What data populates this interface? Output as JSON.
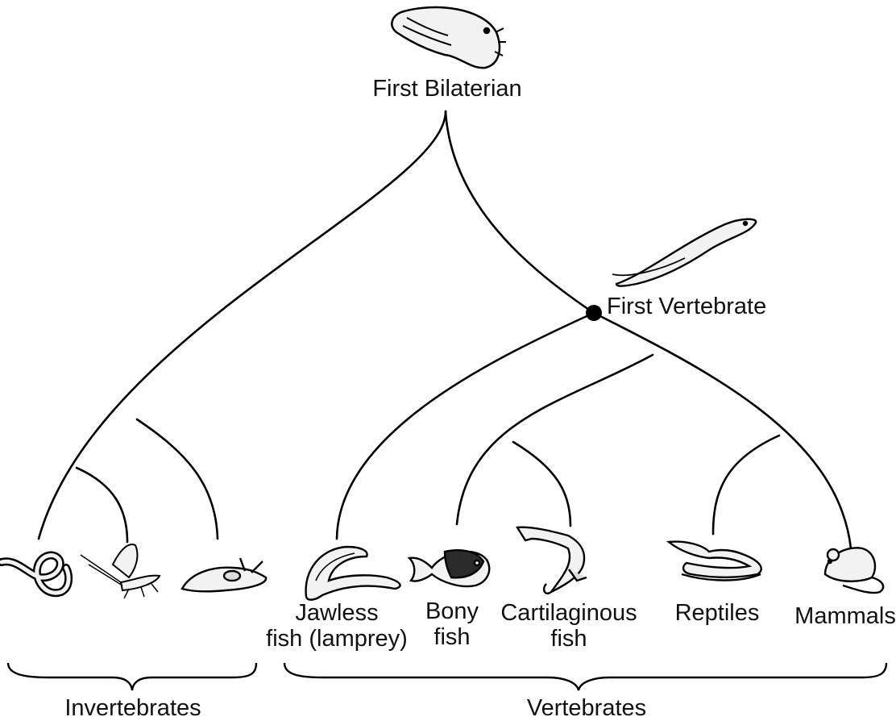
{
  "nodes": {
    "root": "First Bilaterian",
    "vertebrate": "First Vertebrate"
  },
  "leaves": [
    {
      "label": "",
      "icon": "worm-icon"
    },
    {
      "label": "",
      "icon": "mayfly-icon"
    },
    {
      "label": "",
      "icon": "slug-icon"
    },
    {
      "label": "Jawless\nfish (lamprey)",
      "icon": "lamprey-icon"
    },
    {
      "label": "Bony\nfish",
      "icon": "bony-fish-icon"
    },
    {
      "label": "Cartilaginous\nfish",
      "icon": "shark-icon"
    },
    {
      "label": "Reptiles",
      "icon": "lizard-icon"
    },
    {
      "label": "Mammals",
      "icon": "mouse-icon"
    }
  ],
  "groups": {
    "invertebrates": "Invertebrates",
    "vertebrates": "Vertebrates"
  },
  "icons": {
    "root": "bilaterian-worm-icon",
    "vertebrate": "early-fish-icon"
  },
  "colors": {
    "line": "#000000",
    "icon_fill": "#f2f2f2"
  }
}
